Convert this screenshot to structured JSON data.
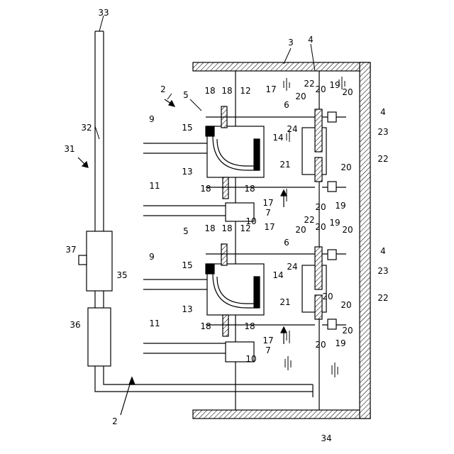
{
  "figure": {
    "labels": {
      "l2_top": "2",
      "l2_bot": "2",
      "l3": "3",
      "l33": "33",
      "l31": "31",
      "l32": "32",
      "l4_top": "4",
      "l4_mid1": "4",
      "l4_mid2": "4",
      "l5_a": "5",
      "l5_b": "5",
      "l6_a": "6",
      "l6_b": "6",
      "l7_a": "7",
      "l7_b": "7",
      "l9_a": "9",
      "l9_b": "9",
      "l10_a": "10",
      "l10_b": "10",
      "l11_a": "11",
      "l11_b": "11",
      "l12_a": "12",
      "l12_b": "12",
      "l13_a": "13",
      "l13_b": "13",
      "l14_a": "14",
      "l14_b": "14",
      "l15_a": "15",
      "l15_b": "15",
      "l17_a1": "17",
      "l17_a2": "17",
      "l17_b1": "17",
      "l17_b2": "17",
      "l18_1": "18",
      "l18_2": "18",
      "l18_3": "18",
      "l18_4": "18",
      "l18_5": "18",
      "l18_6": "18",
      "l18_7": "18",
      "l18_8": "18",
      "l19_1": "19",
      "l19_2": "19",
      "l19_3": "19",
      "l19_4": "19",
      "l20_1": "20",
      "l20_2": "20",
      "l20_3": "20",
      "l20_4": "20",
      "l20_5": "20",
      "l20_6": "20",
      "l20_7": "20",
      "l20_8": "20",
      "l20_9": "20",
      "l20_10": "20",
      "l20_11": "20",
      "l20_12": "20",
      "l21_a": "21",
      "l21_b": "21",
      "l22_1": "22",
      "l22_2": "22",
      "l22_3": "22",
      "l22_4": "22",
      "l23_a": "23",
      "l23_b": "23",
      "l24_a": "24",
      "l24_b": "24",
      "l34": "34",
      "l35": "35",
      "l36": "36",
      "l37": "37"
    }
  }
}
